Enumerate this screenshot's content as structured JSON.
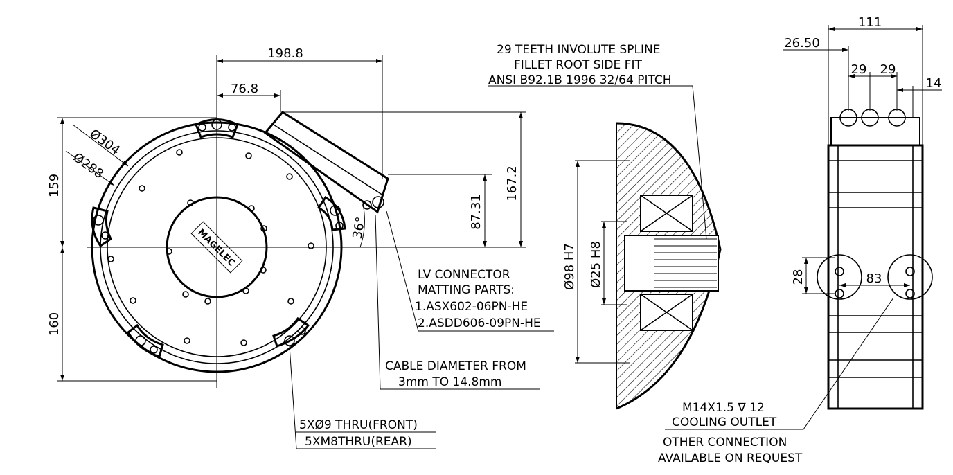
{
  "front_view": {
    "dims": {
      "width_total": "198.8",
      "offset": "76.8",
      "height_upper": "159",
      "height_lower": "160",
      "conn_height_1": "87.31",
      "conn_height_2": "167.2",
      "angle": "36°",
      "dia_outer": "Ø304",
      "dia_inner": "Ø288"
    },
    "logo_text": "MAGELEC",
    "notes": {
      "lv_connector": [
        "LV CONNECTOR",
        "MATTING PARTS:",
        "1.ASX602-06PN-HE",
        "2.ASDD606-09PN-HE"
      ],
      "cable": [
        "CABLE DIAMETER FROM",
        "3mm TO 14.8mm"
      ],
      "holes": [
        "5XØ9 THRU(FRONT)",
        "5XM8THRU(REAR)"
      ]
    }
  },
  "section_view": {
    "spline_note": [
      "29 TEETH INVOLUTE SPLINE",
      "FILLET ROOT SIDE FIT",
      "ANSI B92.1B 1996 32/64 PITCH"
    ],
    "dims": {
      "bore_outer": "Ø98 H7",
      "bore_inner": "Ø25 H8"
    }
  },
  "side_view": {
    "dims": {
      "width": "111",
      "offset": "26.50",
      "pitch_a": "29",
      "pitch_b": "29",
      "edge": "14",
      "vertical": "28",
      "horizontal": "83"
    },
    "notes": {
      "thread": "M14X1.5 ∇ 12",
      "cooling": "COOLING OUTLET",
      "other": [
        "OTHER CONNECTION",
        "AVAILABLE ON REQUEST"
      ]
    }
  }
}
